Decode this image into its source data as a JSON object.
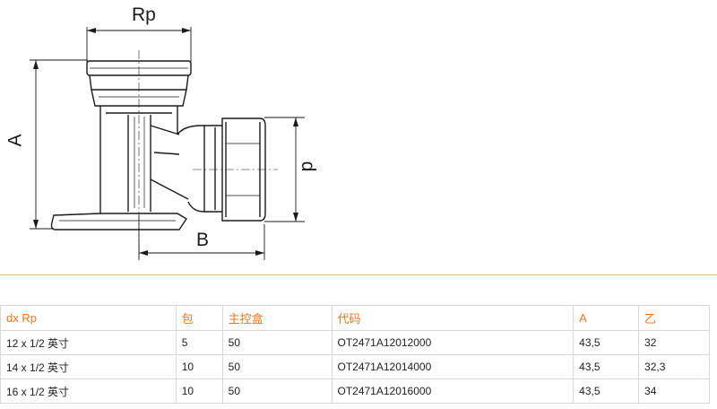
{
  "drawing": {
    "dim_rp": "Rp",
    "dim_a": "A",
    "dim_b": "B",
    "dim_p": "p"
  },
  "colors": {
    "header_text": "#e87722",
    "separator": "#e8b48a",
    "grid": "#d8d8d8",
    "line_art": "#1a1a1a"
  },
  "table": {
    "headers": [
      "dx Rp",
      "包",
      "主控盒",
      "代码",
      "A",
      "乙"
    ],
    "rows": [
      [
        "12 x 1/2 英寸",
        "5",
        "50",
        "OT2471A12012000",
        "43,5",
        "32"
      ],
      [
        "14 x 1/2 英寸",
        "10",
        "50",
        "OT2471A12014000",
        "43,5",
        "32,3"
      ],
      [
        "16 x 1/2 英寸",
        "10",
        "50",
        "OT2471A12016000",
        "43,5",
        "34"
      ]
    ]
  }
}
